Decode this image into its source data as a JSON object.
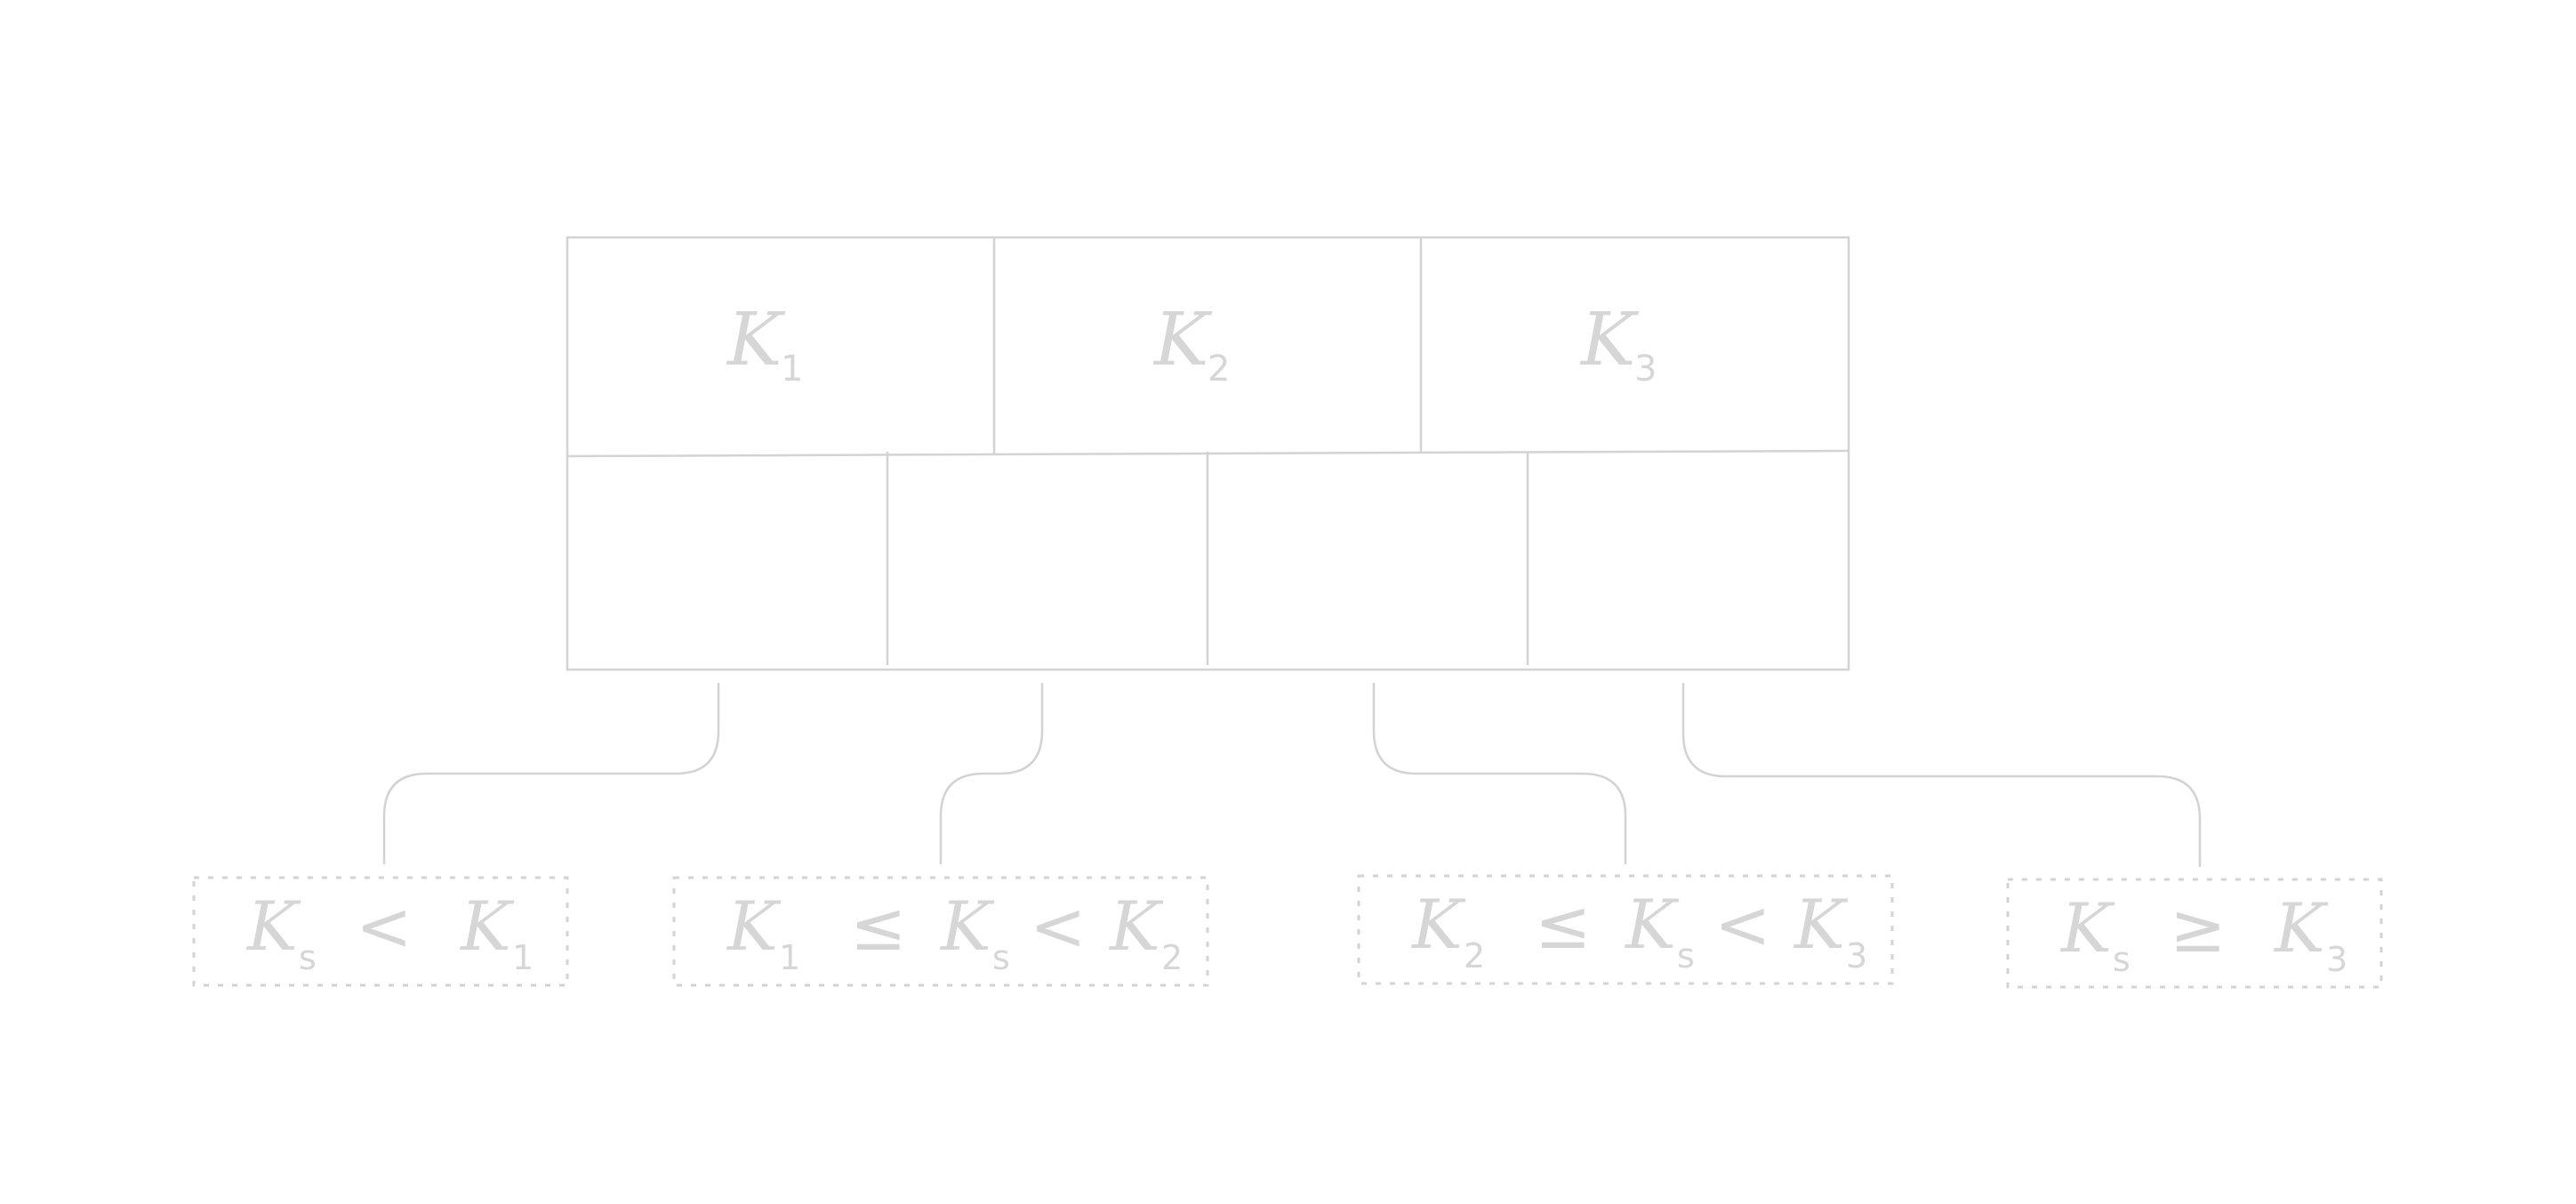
{
  "node": {
    "keys": [
      {
        "base": "K",
        "sub": "1"
      },
      {
        "base": "K",
        "sub": "2"
      },
      {
        "base": "K",
        "sub": "3"
      }
    ]
  },
  "children": [
    {
      "base1": "K",
      "sub1": "s",
      "op1": "<",
      "base2": "K",
      "sub2": "1"
    },
    {
      "base1": "K",
      "sub1": "1",
      "op1": "≤",
      "base2": "K",
      "sub2": "s",
      "op2": "<",
      "base3": "K",
      "sub3": "2"
    },
    {
      "base1": "K",
      "sub1": "2",
      "op1": "≤",
      "base2": "K",
      "sub2": "s",
      "op2": "<",
      "base3": "K",
      "sub3": "3"
    },
    {
      "base1": "K",
      "sub1": "s",
      "op1": "≥",
      "base2": "K",
      "sub2": "3"
    }
  ],
  "colors": {
    "stroke": "#d3d3d3",
    "text": "#d6d6d6"
  }
}
